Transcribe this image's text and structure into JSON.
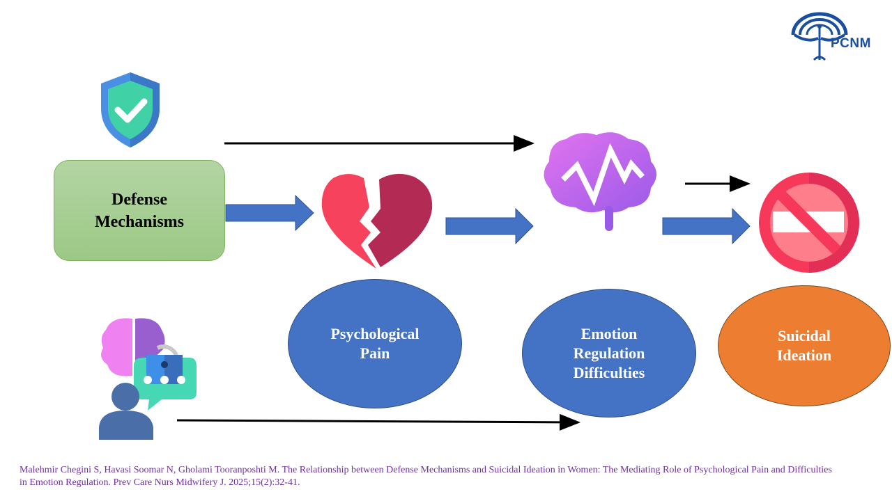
{
  "logo": {
    "text": "PCNM",
    "icon": "caduceus-rainbow-logo",
    "color": "#1a4fa0"
  },
  "nodes": {
    "defense_mechanisms": {
      "label_line1": "Defense",
      "label_line2": "Mechanisms",
      "icon": "shield-check-icon",
      "fill": "#a9cf95"
    },
    "psychological_pain": {
      "label_line1": "Psychological",
      "label_line2": "Pain",
      "icon": "broken-heart-icon",
      "fill": "#4472c4"
    },
    "emotion_regulation": {
      "label_line1": "Emotion",
      "label_line2": "Regulation",
      "label_line3": "Difficulties",
      "icon": "brain-wave-icon",
      "fill": "#4472c4"
    },
    "suicidal_ideation": {
      "label_line1": "Suicidal",
      "label_line2": "Ideation",
      "icon": "no-entry-icon",
      "fill": "#ed7d31"
    },
    "women_icon": {
      "icon": "person-brain-lock-icon"
    }
  },
  "edges": [
    {
      "from": "defense_mechanisms",
      "to": "psychological_pain",
      "style": "block-arrow"
    },
    {
      "from": "psychological_pain",
      "to": "emotion_regulation",
      "style": "block-arrow"
    },
    {
      "from": "emotion_regulation",
      "to": "suicidal_ideation",
      "style": "block-arrow"
    },
    {
      "from": "defense_mechanisms",
      "to": "emotion_regulation",
      "style": "line-arrow"
    },
    {
      "from": "emotion_regulation",
      "to": "suicidal_ideation",
      "style": "line-arrow"
    },
    {
      "from": "women_icon",
      "to": "emotion_regulation",
      "style": "line-arrow"
    }
  ],
  "citation": {
    "line1": "Malehmir Chegini S, Havasi Soomar N,  Gholami Tooranposhti M. The Relationship between Defense Mechanisms and Suicidal Ideation in Women: The Mediating Role of Psychological Pain and Difficulties",
    "line2": "in Emotion Regulation. Prev Care Nurs Midwifery J. 2025;15(2):32-41.",
    "color": "#7030a0"
  }
}
